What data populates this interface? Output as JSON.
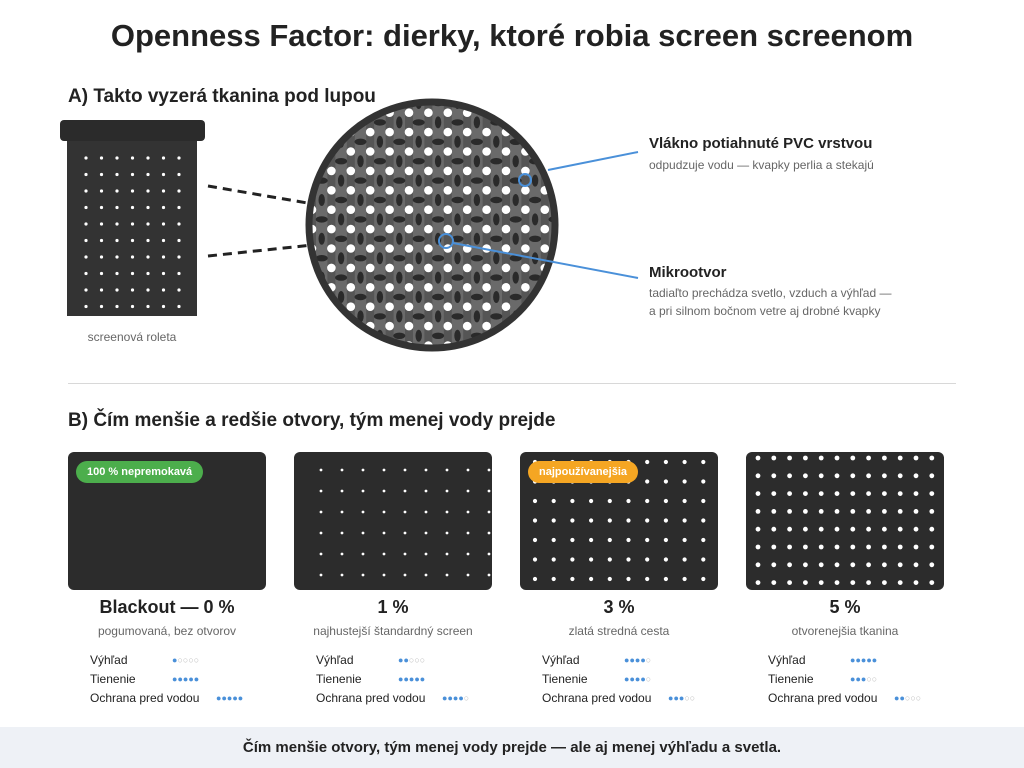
{
  "title": "Openness Factor: dierky, ktoré robia screen screenom",
  "section_a": {
    "heading": "A) Takto vyzerá tkanina pod lupou",
    "roller_caption": "screenová roleta",
    "callouts": [
      {
        "title": "Vlákno potiahnuté PVC vrstvou",
        "desc": "odpudzuje vodu — kvapky perlia a stekajú"
      },
      {
        "title": "Mikrootvor",
        "desc_line1": "tadiaľto prechádza svetlo, vzduch a výhľad —",
        "desc_line2": "a pri silnom bočnom vetre aj drobné kvapky"
      }
    ]
  },
  "section_b": {
    "heading": "B) Čím menšie a redšie otvory, tým menej vody prejde",
    "rating_labels": [
      "Výhľad",
      "Tienenie",
      "Ochrana pred vodou"
    ],
    "cards": [
      {
        "badge": "100 % nepremokavá",
        "badge_color": "#4cae4c",
        "title": "Blackout — 0 %",
        "subtitle": "pogumovaná, bez otvorov",
        "openness": 0,
        "ratings": [
          1,
          5,
          5
        ]
      },
      {
        "badge": "",
        "title": "1 %",
        "subtitle": "najhustejší štandardný screen",
        "openness": 1,
        "ratings": [
          2,
          5,
          4
        ]
      },
      {
        "badge": "najpoužívanejšia",
        "badge_color": "#f5a623",
        "title": "3 %",
        "subtitle": "zlatá stredná cesta",
        "openness": 3,
        "ratings": [
          4,
          4,
          3
        ]
      },
      {
        "badge": "",
        "title": "5 %",
        "subtitle": "otvorenejšia tkanina",
        "openness": 5,
        "ratings": [
          5,
          3,
          2
        ]
      }
    ]
  },
  "footer": "Čím menšie otvory, tým menej vody prejde — ale aj menej výhľadu a svetla.",
  "colors": {
    "fabric": "#2c2c2c",
    "accent_blue": "#4a90d9",
    "dots_off": "#bbbbbb",
    "footer_bg": "#eef1f6"
  }
}
